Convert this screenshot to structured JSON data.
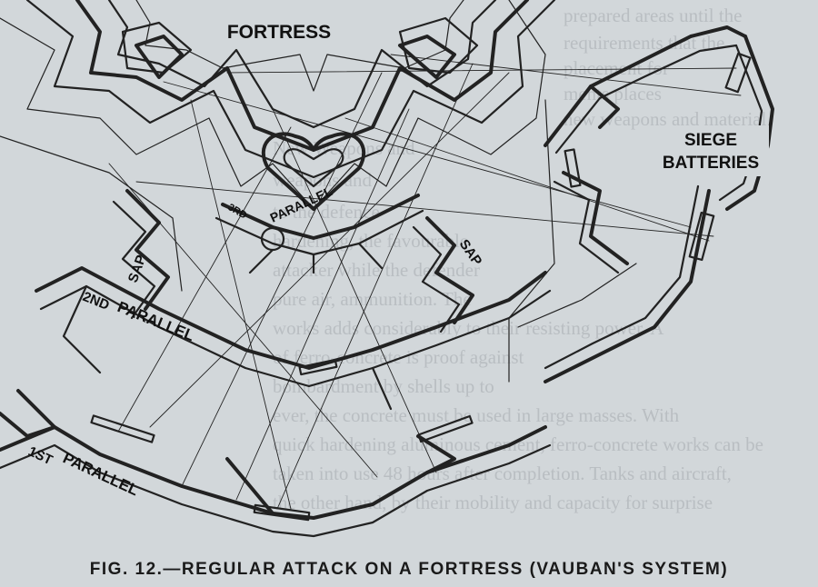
{
  "labels": {
    "fortress": "FORTRESS",
    "siege_line1": "SIEGE",
    "siege_line2": "BATTERIES",
    "sap_left": "SAP",
    "sap_right": "SAP",
    "third_num": "3RD",
    "third_word": "PARALLEL",
    "second_num": "2ND",
    "second_word": "PARALLEL",
    "first_num": "1ST",
    "first_word": "PARALLEL"
  },
  "caption": "FIG. 12.—REGULAR ATTACK ON A FORTRESS (VAUBAN'S SYSTEM)",
  "background_text": [
    "prepared areas until the",
    "requirements that the",
    "placement for",
    "ments places",
    "new weapons and material",
    "New Weapons and",
    "weapons and",
    "to the defence",
    "hardening, the favourable",
    "attacker while the defender",
    "pure air, ammunition. The",
    "works adds considerably to their resisting power. A",
    "of ferro-concrete is proof against",
    "bombardment by shells up to",
    "ever, the concrete must be used in large masses. With",
    "quick hardening aluminous cement, ferro-concrete works can be",
    "taken into use 48 hours after completion. Tanks and aircraft,",
    "the other hand, by their mobility and capacity for surprise"
  ],
  "colors": {
    "paper": "#d2d7da",
    "ink": "#222222",
    "faded_text": "#b9bec2"
  }
}
